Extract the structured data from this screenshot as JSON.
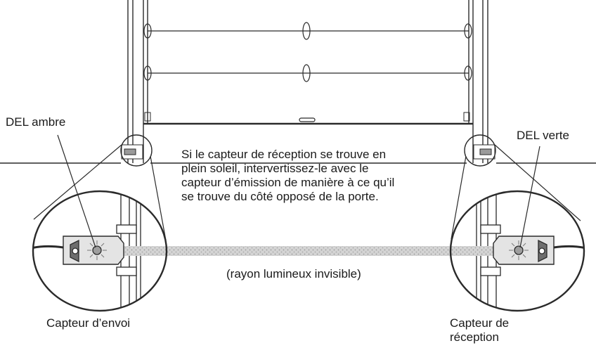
{
  "labels": {
    "amber_led": "DEL ambre",
    "green_led": "DEL verte",
    "beam": "(rayon lumineux invisible)",
    "sending_sensor": "Capteur d’envoi",
    "receiving_sensor_line1": "Capteur de",
    "receiving_sensor_line2": "réception"
  },
  "note": {
    "lines": [
      "Si le capteur de réception se trouve en",
      "plein soleil, intervertissez-le avec le",
      "capteur d’émission de manière à ce qu’il",
      "se trouve du côté opposé de la porte."
    ]
  },
  "colors": {
    "line": "#2a2a2a",
    "beam": "#bdbdbd",
    "background": "#ffffff"
  },
  "icons": [
    "sensor-sender-icon",
    "sensor-receiver-icon",
    "wing-nut-icon"
  ]
}
